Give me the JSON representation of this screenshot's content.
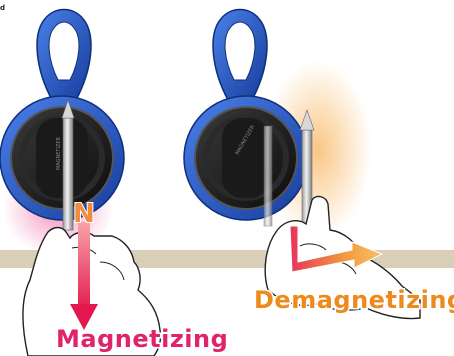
{
  "corner_mark": "d",
  "captions": {
    "magnetizing": "Magnetizing",
    "demagnetizing": "Demagnetizing"
  },
  "arrow_letter": "N",
  "device_label": "MAGNETIZER",
  "colors": {
    "caption_magnetizing": "#e0246b",
    "caption_demagnetizing": "#ee8a1c",
    "frame_blue": "#1f55c9",
    "arrow_pink": "#ea2d6a",
    "arrow_orange": "#f6a640",
    "table_band": "#d9cfb8"
  }
}
